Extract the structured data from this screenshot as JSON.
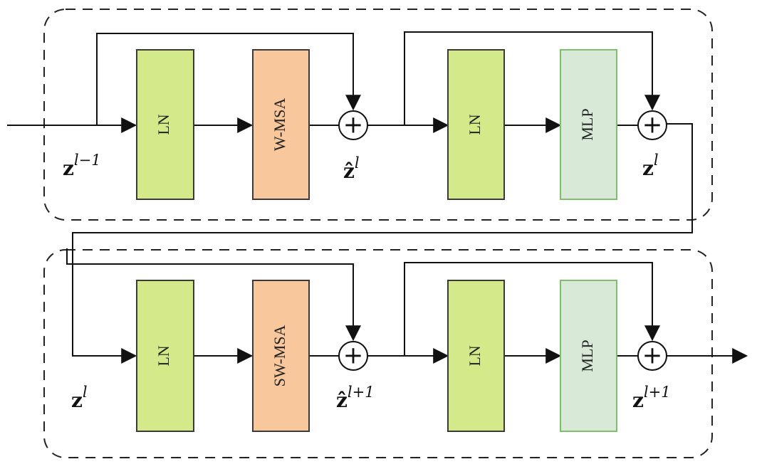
{
  "blocks": {
    "top": {
      "ln1": "LN",
      "attn": "W-MSA",
      "ln2": "LN",
      "mlp": "MLP"
    },
    "bottom": {
      "ln1": "LN",
      "attn": "SW-MSA",
      "ln2": "LN",
      "mlp": "MLP"
    }
  },
  "sum_symbol": "+",
  "variables": {
    "top_input": {
      "base": "z",
      "sup": "l−1"
    },
    "top_mid": {
      "base": "ẑ",
      "sup": "l"
    },
    "top_output": {
      "base": "z",
      "sup": "l"
    },
    "bottom_input": {
      "base": "z",
      "sup": "l"
    },
    "bottom_mid": {
      "base": "ẑ",
      "sup": "l+1"
    },
    "bottom_output": {
      "base": "z",
      "sup": "l+1"
    }
  },
  "colors": {
    "ln_fill": "#d4ea8a",
    "ln_border": "#3a3a3a",
    "attn_fill": "#f8c79b",
    "mlp_fill": "#d8ead7",
    "mlp_border": "#7fbf6c",
    "line": "#111111"
  }
}
